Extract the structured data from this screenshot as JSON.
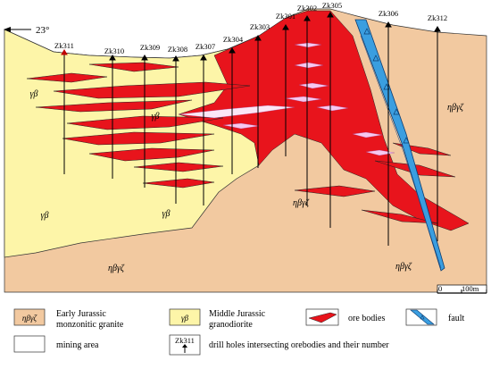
{
  "orientation": {
    "arrow_label": "23°"
  },
  "rock_labels": {
    "gamma_beta": "γβ",
    "eta_beta_gamma_zeta": "ηβγζ"
  },
  "drill_holes": [
    {
      "id": "Zk311"
    },
    {
      "id": "Zk310"
    },
    {
      "id": "Zk309"
    },
    {
      "id": "Zk308"
    },
    {
      "id": "Zk307"
    },
    {
      "id": "Zk304"
    },
    {
      "id": "Zk303"
    },
    {
      "id": "Zk301"
    },
    {
      "id": "Zk302"
    },
    {
      "id": "Zk305"
    },
    {
      "id": "Zk306"
    },
    {
      "id": "Zk312"
    }
  ],
  "scale_bar": {
    "zero": "0",
    "length": "100m"
  },
  "legend": {
    "granite_symbol": "ηβγζ",
    "granite_text_1": "Early Jurassic",
    "granite_text_2": "monzonitic granite",
    "grano_symbol": "γβ",
    "grano_text_1": "Middle Jurassic",
    "grano_text_2": "granodiorite",
    "ore_text": "ore bodies",
    "fault_text": "fault",
    "mining_text": "mining area",
    "hole_symbol": "Zk311",
    "hole_text": "drill holes intersecting orebodies and their number"
  },
  "colors": {
    "granite": "#f2c9a0",
    "granodiorite": "#fdf5a8",
    "ore": "#e8141c",
    "fault": "#3a9ee0",
    "mining": "#f6c8f0"
  }
}
